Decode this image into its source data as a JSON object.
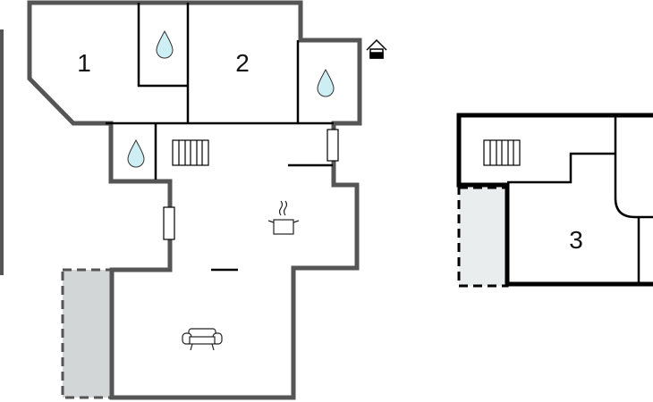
{
  "rooms": [
    {
      "label": "1"
    },
    {
      "label": "2"
    },
    {
      "label": "3"
    }
  ],
  "icons": [
    "bathroom-drop-icon",
    "stairs-icon",
    "kitchen-pot-icon",
    "sofa-icon",
    "house-entrance-icon"
  ],
  "colors": {
    "outer_wall": "#555555",
    "inner_wall": "#000000",
    "terrace": "#d3d6d6",
    "terrace_light": "#e9eded",
    "water": "#cdeef3"
  }
}
